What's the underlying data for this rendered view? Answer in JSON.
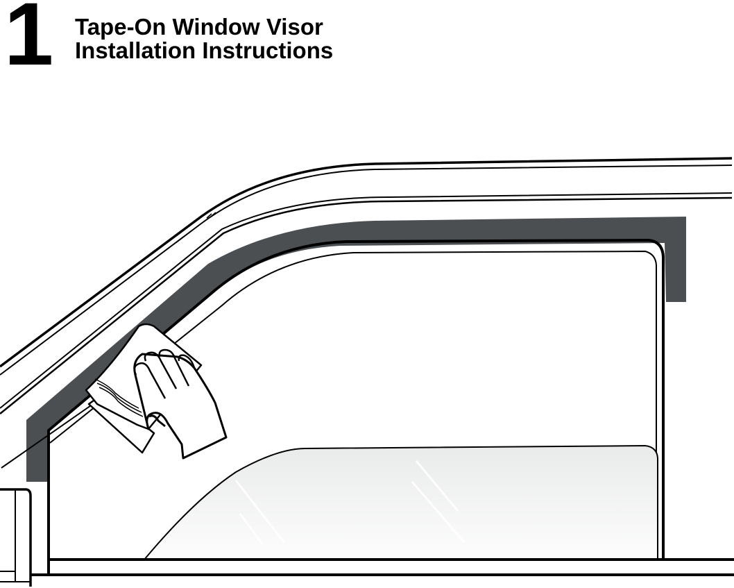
{
  "header": {
    "step_number": "1",
    "title_line1": "Tape-On Window Visor",
    "title_line2": "Installation Instructions"
  },
  "illustration": {
    "description": "Gloved hand wiping door frame area with cloth before applying tape-on window visor",
    "highlight_color": "#4b4f52",
    "line_color": "#000000",
    "glass_color": "#ececec",
    "elements": [
      "door-frame",
      "visor-mounting-area",
      "window-glass",
      "gloved-hand",
      "cleaning-cloth",
      "side-mirror-base"
    ]
  }
}
